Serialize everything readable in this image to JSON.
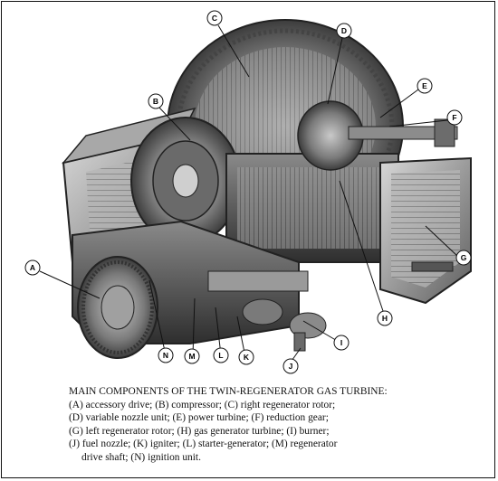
{
  "callouts": [
    {
      "letter": "A"
    },
    {
      "letter": "B"
    },
    {
      "letter": "C"
    },
    {
      "letter": "D"
    },
    {
      "letter": "E"
    },
    {
      "letter": "F"
    },
    {
      "letter": "G"
    },
    {
      "letter": "H"
    },
    {
      "letter": "I"
    },
    {
      "letter": "J"
    },
    {
      "letter": "K"
    },
    {
      "letter": "L"
    },
    {
      "letter": "M"
    },
    {
      "letter": "N"
    }
  ],
  "caption": {
    "title": "MAIN COMPONENTS OF THE TWIN-REGENERATOR GAS TURBINE:",
    "lines": [
      "(A)  accessory drive;  (B)  compressor;  (C)  right regenerator rotor;",
      "(D)  variable nozzle unit;  (E)  power turbine;  (F)  reduction gear;",
      "(G)  left regenerator rotor;  (H)  gas generator turbine;  (I)  burner;",
      "(J)  fuel nozzle;  (K)  igniter;  (L)  starter-generator;  (M)  regenerator",
      "drive shaft;  (N)  ignition unit."
    ]
  }
}
